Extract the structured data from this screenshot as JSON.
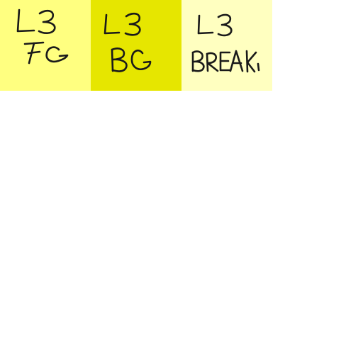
{
  "tiles": [
    {
      "line1": "L3",
      "line2": "FG",
      "color": "#ffff80"
    },
    {
      "line1": "L3",
      "line2": "BG",
      "color": "#e6e600"
    },
    {
      "line1": "L3",
      "line2": "BREAK",
      "color": "#ffffc0"
    }
  ]
}
